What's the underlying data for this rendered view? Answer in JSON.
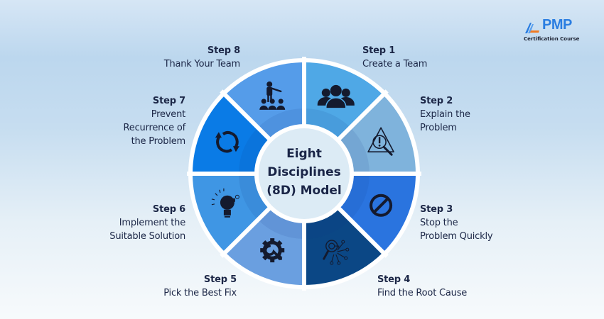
{
  "center": {
    "lines": [
      "Eight",
      "Disciplines",
      "(8D) Model"
    ]
  },
  "logo": {
    "brand": "PMP",
    "subtitle": "Certification Course"
  },
  "steps": [
    {
      "step": "Step 1",
      "desc": [
        "Create a Team"
      ],
      "icon": "team-icon",
      "color": "#4fa8e6"
    },
    {
      "step": "Step 2",
      "desc": [
        "Explain the",
        "Problem"
      ],
      "icon": "warning-search-icon",
      "color": "#7fb3dc"
    },
    {
      "step": "Step 3",
      "desc": [
        "Stop the",
        "Problem Quickly"
      ],
      "icon": "prohibited-icon",
      "color": "#2a74df"
    },
    {
      "step": "Step 4",
      "desc": [
        "Find the Root Cause"
      ],
      "icon": "analysis-search-icon",
      "color": "#0b4785"
    },
    {
      "step": "Step 5",
      "desc": [
        "Pick the Best Fix"
      ],
      "icon": "gear-wrench-icon",
      "color": "#6a9fe0"
    },
    {
      "step": "Step 6",
      "desc": [
        "Implement the",
        "Suitable Solution"
      ],
      "icon": "lightbulb-puzzle-icon",
      "color": "#3f96e4"
    },
    {
      "step": "Step 7",
      "desc": [
        "Prevent",
        "Recurrence of",
        "the Problem"
      ],
      "icon": "refresh-icon",
      "color": "#0a7be6"
    },
    {
      "step": "Step 8",
      "desc": [
        "Thank Your Team"
      ],
      "icon": "presenter-audience-icon",
      "color": "#559ce9"
    }
  ]
}
